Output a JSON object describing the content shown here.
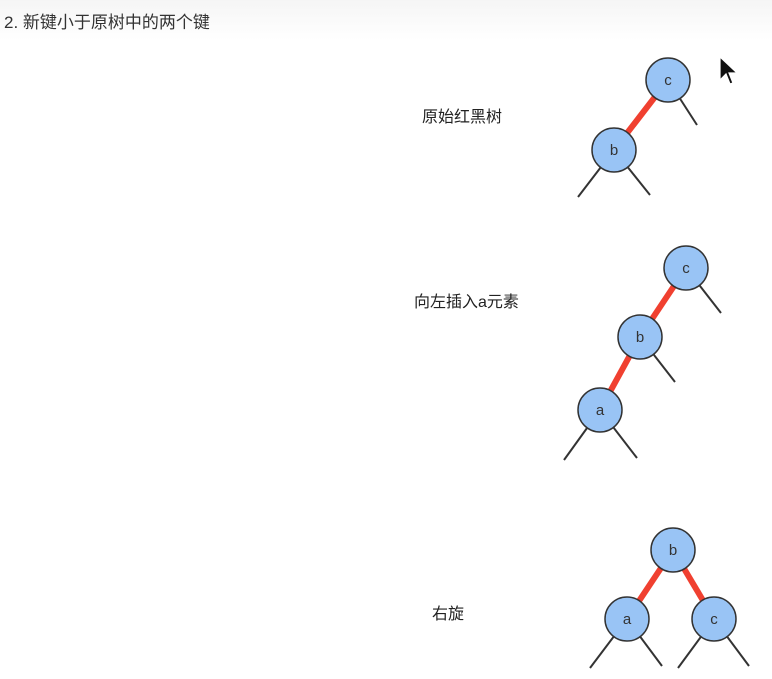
{
  "header": {
    "title": "2. 新键小于原树中的两个键"
  },
  "captions": [
    "原始红黑树",
    "向左插入a元素",
    "右旋"
  ],
  "colors": {
    "node_fill": "#99c4f5",
    "node_stroke": "#333333",
    "red_link": "#f04030",
    "black_link": "#333333"
  },
  "nodes": {
    "tree1": {
      "c": "c",
      "b": "b"
    },
    "tree2": {
      "c": "c",
      "b": "b",
      "a": "a"
    },
    "tree3": {
      "b": "b",
      "a": "a",
      "c": "c"
    }
  },
  "icons": {
    "cursor": "mouse-pointer-icon"
  }
}
